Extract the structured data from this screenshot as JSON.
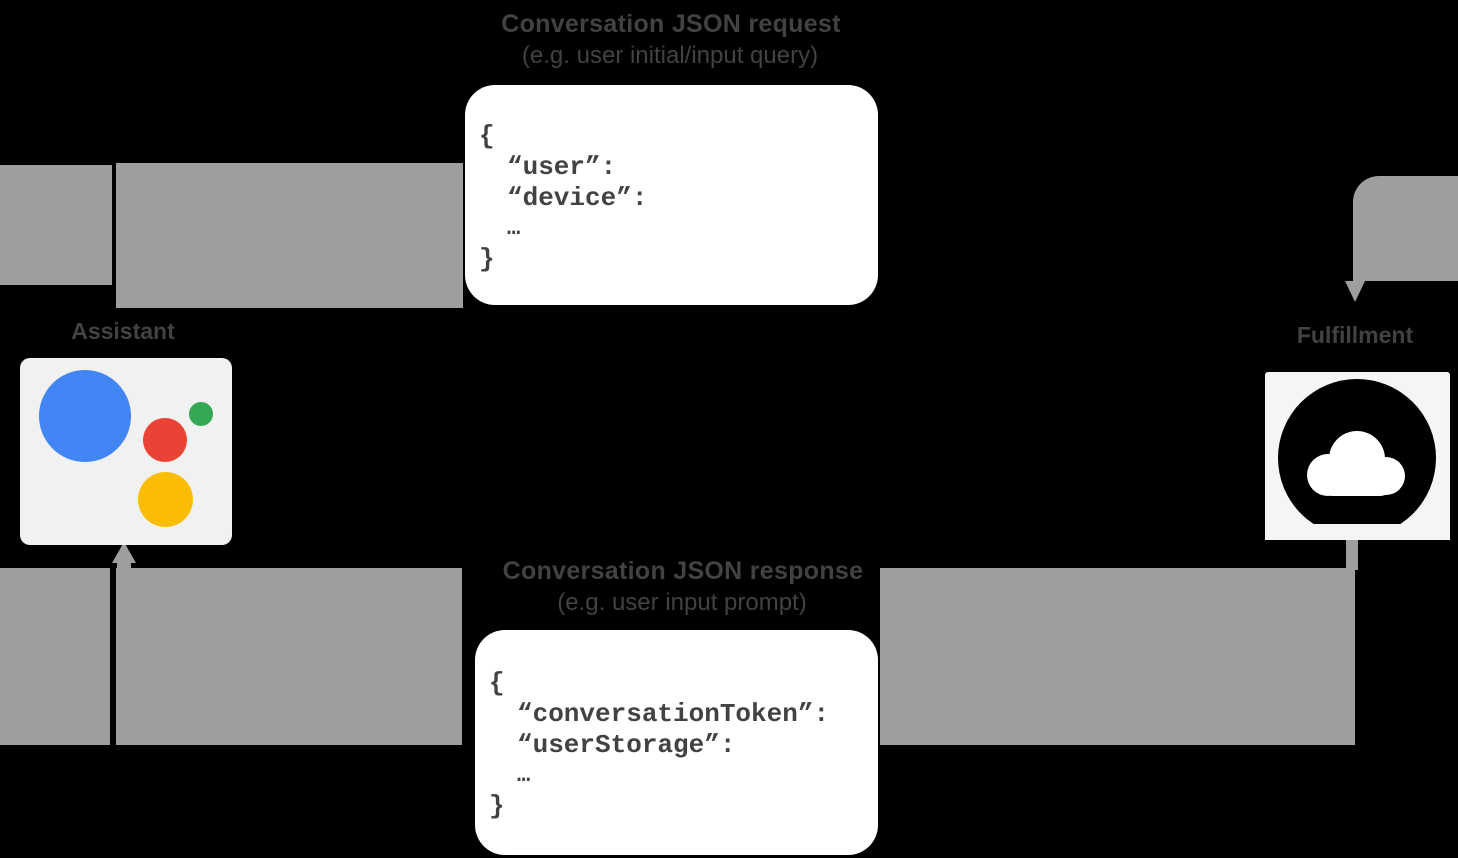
{
  "labels": {
    "request_title": "Conversation JSON request",
    "request_subtitle": "(e.g. user initial/input query)",
    "response_title": "Conversation JSON response",
    "response_subtitle": "(e.g. user input prompt)",
    "assistant": "Assistant",
    "fulfillment": "Fulfillment"
  },
  "code": {
    "request": {
      "lines": [
        "{",
        "“user”:",
        "“device”:",
        "…",
        "}"
      ]
    },
    "response": {
      "lines": [
        "{",
        "“conversationToken”:",
        "“userStorage”:",
        "…",
        "}"
      ]
    }
  },
  "icons": {
    "left": "google-assistant-logo-icon",
    "right": "cloud-fulfillment-icon"
  },
  "colors": {
    "background": "#000000",
    "flow_band_gray": "#9e9e9e",
    "box_white": "#ffffff",
    "text_gray": "#424242",
    "icon_background": "#f1f1f1",
    "assistant_blue": "#4285F4",
    "assistant_red": "#EA4335",
    "assistant_green": "#34A853",
    "assistant_yellow": "#FBBC04",
    "fulfillment_glyph": "#000000"
  }
}
